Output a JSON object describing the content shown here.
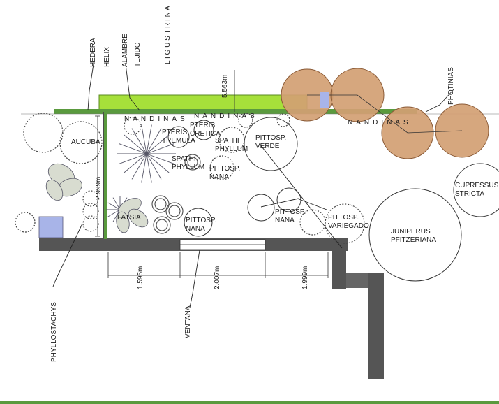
{
  "plants": {
    "hedera": "HEDERA",
    "helix": "HELIX",
    "alambre": "ALAMBRE",
    "tejido": "TEJIDO",
    "ligustrina": "L  I  G  U  S  T  R  I  N  A",
    "photinias": "PHOTINIAS",
    "nandinas_left": "NANDINAS",
    "nandinas_mid": "NANDINAS",
    "nandinas_right": "NANDINAS",
    "aucuba": "AUCUBA",
    "pteris_tremula": "PTERIS\nTREMULA",
    "pteris_cretica": "PTERIS\nCRETICA",
    "spathiphyllum_top": "SPATHI\nPHYLLUM",
    "spathiphyllum_left": "SPATHI\nPHYLLUM",
    "pittosp_verde": "PITTOSP.\nVERDE",
    "pittosp_nana_1": "PITTOSP.\nNANA",
    "pittosp_nana_2": "PITTOSP.\nNANA",
    "pittosp_nana_3": "PITTOSP.\nNANA",
    "pittosp_variegado": "PITTOSP.\nVARIEGADO",
    "fatsia": "FATSIA",
    "cupressus": "CUPRESSUS\nSTRICTA",
    "juniperus": "JUNIPERUS\nPFITZERIANA",
    "phyllostachys": "PHYLLOSTACHYS",
    "ventana": "VENTANA"
  },
  "dimensions": {
    "d1": "5.563m",
    "d2": "2.999m",
    "d3": "1.595m",
    "d4": "2.007m",
    "d5": "1.999m"
  },
  "colors": {
    "hedge_green": "#a6e03a",
    "strip_green": "#5a9a3e",
    "wall": "#4a4a4a",
    "photinia_fill": "#d2a073",
    "photinia_stroke": "#8a5a36",
    "water_blue": "#a8b4e8"
  }
}
